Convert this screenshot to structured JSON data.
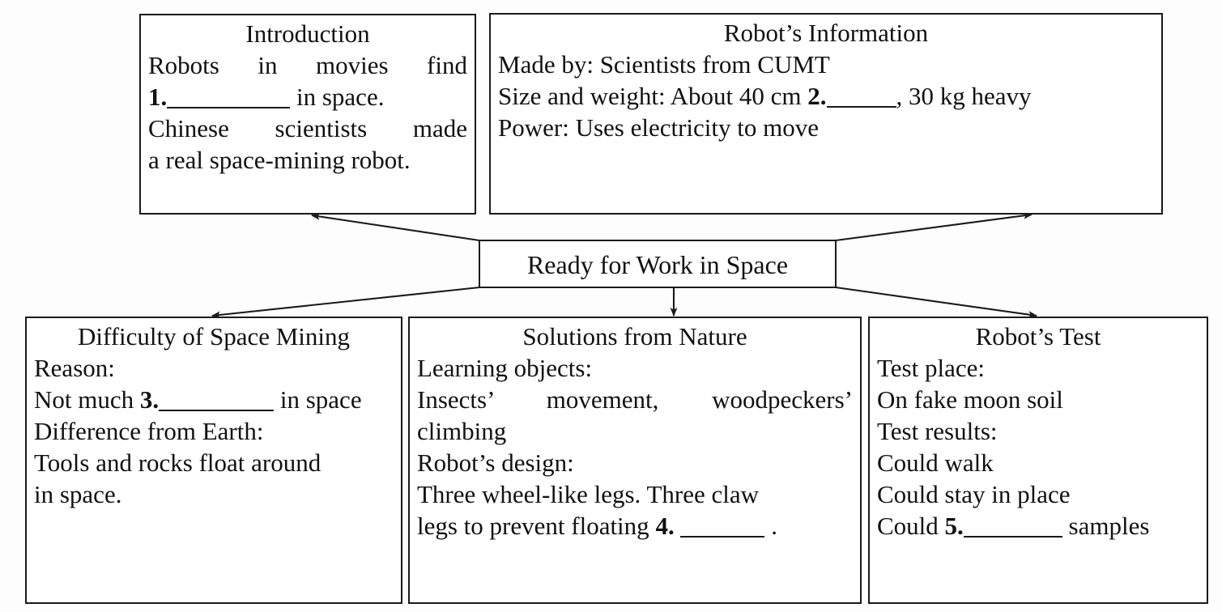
{
  "document": {
    "kind": "graphic-organizer",
    "center_node": "Ready for Work in Space"
  },
  "boxes": {
    "introduction": {
      "title": "Introduction",
      "line1": "Robots in movies find",
      "line2_num": "1.",
      "line2_after": "in space.",
      "line3": "Chinese scientists made",
      "line4": "a real space-mining robot."
    },
    "robot_information": {
      "title": "Robot’s Information",
      "made_by": "Made by: Scientists from CUMT",
      "size_prefix": "Size and weight: About 40 cm",
      "size_num": "2.",
      "size_after": ", 30 kg heavy",
      "power": "Power: Uses electricity to move"
    },
    "center": {
      "title": "Ready for Work in Space"
    },
    "difficulty": {
      "title": "Difficulty of Space Mining",
      "reason_label": "Reason:",
      "reason_prefix": "Not much",
      "reason_num": "3.",
      "reason_after": "in space",
      "difference_label": "Difference from Earth:",
      "difference_line1": "Tools and rocks float around",
      "difference_line2": "in space."
    },
    "solutions": {
      "title": "Solutions from Nature",
      "learning_label": "Learning objects:",
      "learning_line1": "Insects’ movement, woodpeckers’",
      "learning_line2": "climbing",
      "design_label": "Robot’s design:",
      "design_line1": "Three wheel-like legs. Three claw",
      "design_line2_prefix": "legs to prevent floating",
      "design_num": "4.",
      "design_after": "."
    },
    "robot_test": {
      "title": "Robot’s Test",
      "place_label": "Test place:",
      "place_value": "On fake moon soil",
      "results_label": "Test results:",
      "result1": "Could walk",
      "result2": "Could stay in place",
      "result3_prefix": "Could",
      "result3_num": "5.",
      "result3_after": "samples"
    }
  },
  "colors": {
    "ink": "#1a1a1a",
    "paper": "#fdfdfd"
  }
}
